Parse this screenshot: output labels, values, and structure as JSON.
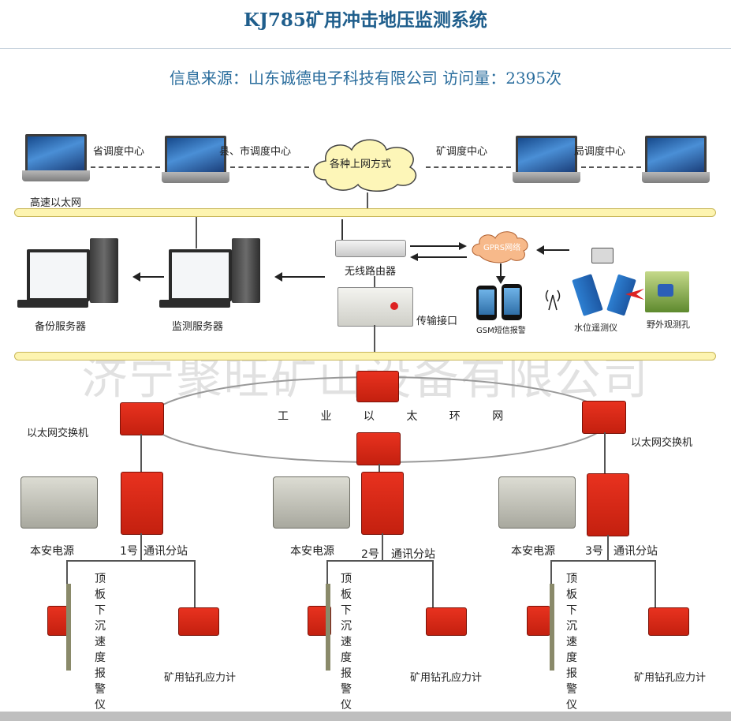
{
  "title": "KJ785矿用冲击地压监测系统",
  "source_line": "信息来源：山东诚德电子科技有限公司 访问量：2395次",
  "watermark": "济宁聚旺矿山设备有限公司",
  "top_row": {
    "labels": [
      "省调度中心",
      "县、市调度中心",
      "矿调度中心",
      "局调度中心"
    ],
    "cloud_label": "各种上网方式",
    "bus_label": "高速以太网"
  },
  "middle": {
    "backup_server": "备份服务器",
    "monitor_server": "监测服务器",
    "router": "无线路由器",
    "gprs": "GPRS网络",
    "transport": "传输接口",
    "gsm": "GSM短信报警",
    "water_meter": "水位遥测仪",
    "field_hole": "野外观测孔"
  },
  "ring": {
    "label": "工 业 以 太 环 网",
    "switch_left": "以太网交换机",
    "switch_right": "以太网交换机"
  },
  "stations": [
    {
      "power": "本安电源",
      "num": "1号",
      "station": "通讯分站",
      "alarm": "顶板下沉速度报警仪",
      "gauge": "矿用钻孔应力计"
    },
    {
      "power": "本安电源",
      "num": "2号",
      "station": "通讯分站",
      "alarm": "顶板下沉速度报警仪",
      "gauge": "矿用钻孔应力计"
    },
    {
      "power": "本安电源",
      "num": "3号",
      "station": "通讯分站",
      "alarm": "顶板下沉速度报警仪",
      "gauge": "矿用钻孔应力计"
    }
  ],
  "colors": {
    "title": "#1f5e8c",
    "bus": "#fdf4b0",
    "device_red": "#d92a16"
  }
}
